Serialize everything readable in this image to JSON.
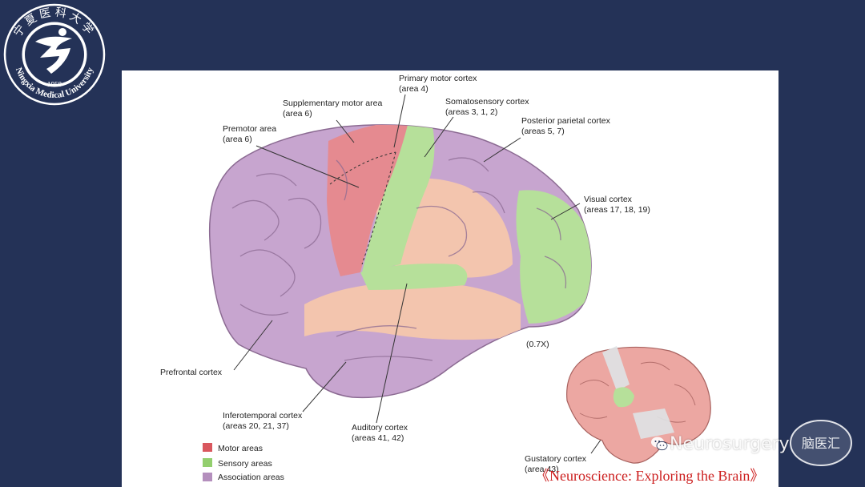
{
  "logo": {
    "university_text": "Ningxia Medical University",
    "chinese_text": "宁夏医科大学",
    "year": "1958"
  },
  "labels": {
    "primary_motor": [
      "Primary motor cortex",
      "(area 4)"
    ],
    "supplementary_motor": [
      "Supplementary motor area",
      "(area 6)"
    ],
    "somatosensory": [
      "Somatosensory cortex",
      "(areas 3, 1, 2)"
    ],
    "premotor": [
      "Premotor area",
      "(area 6)"
    ],
    "posterior_parietal": [
      "Posterior parietal cortex",
      "(areas 5, 7)"
    ],
    "visual": [
      "Visual cortex",
      "(areas 17, 18, 19)"
    ],
    "scale": "(0.7X)",
    "prefrontal": "Prefrontal cortex",
    "inferotemporal": [
      "Inferotemporal cortex",
      "(areas 20, 21, 37)"
    ],
    "auditory": [
      "Auditory cortex",
      "(areas 41, 42)"
    ],
    "gustatory": [
      "Gustatory cortex",
      "(area 43)"
    ]
  },
  "legend": {
    "items": [
      {
        "label": "Motor areas",
        "color": "#d9575e"
      },
      {
        "label": "Sensory areas",
        "color": "#93cf6e"
      },
      {
        "label": "Association areas",
        "color": "#b48fbd"
      }
    ]
  },
  "caption": "《Neuroscience: Exploring the Brain》",
  "watermark": {
    "text": "Neurosurgery",
    "badge": "脑医汇"
  },
  "colors": {
    "background": "#243257",
    "motor": "#e58a90",
    "sensory": "#b6e09a",
    "association": "#c7a5cf",
    "other_cortex": "#f3c5ae"
  }
}
